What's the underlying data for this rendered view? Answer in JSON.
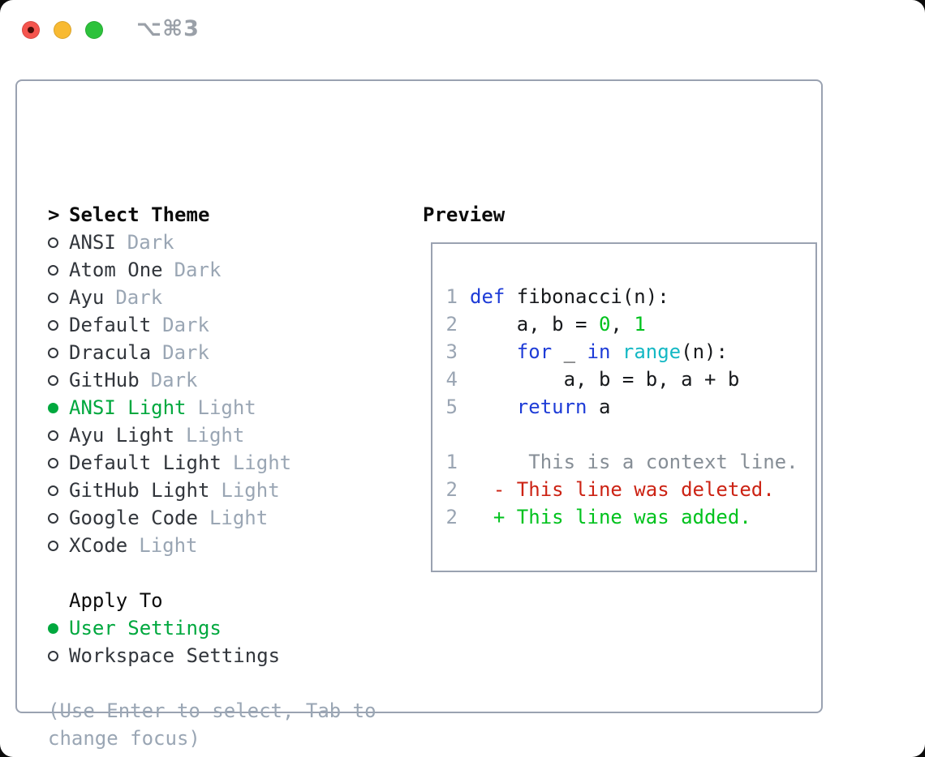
{
  "colors": {
    "close-red": "#f5554e",
    "close-dot": "#4a0d08",
    "minimize-yellow": "#f8ba32",
    "zoom-green": "#2dc23c",
    "title-gray": "#9aa0a8",
    "panel-border": "#9aa2b1",
    "item-name": "#32363c",
    "muted-gray": "#9aa6b4",
    "selected-green": "#00a83e",
    "linenum-gray": "#9aa5b3",
    "code-default": "#17191c",
    "keyword-blue": "#1e3cd7",
    "builtin-cyan": "#14b8c4",
    "number-green": "#00c21d",
    "context-gray": "#868e96",
    "deleted-red": "#cc2314",
    "added-green": "#00c21d"
  },
  "window": {
    "title": "⌥⌘3",
    "traffic_lights": [
      {
        "name": "close",
        "color": "close-red",
        "has_dot": true
      },
      {
        "name": "minimize",
        "color": "minimize-yellow",
        "has_dot": false
      },
      {
        "name": "zoom",
        "color": "zoom-green",
        "has_dot": false
      }
    ]
  },
  "theme_list": {
    "prompt": ">",
    "header": "Select Theme",
    "items": [
      {
        "name": "ANSI",
        "variant": "Dark",
        "selected": false
      },
      {
        "name": "Atom One",
        "variant": "Dark",
        "selected": false
      },
      {
        "name": "Ayu",
        "variant": "Dark",
        "selected": false
      },
      {
        "name": "Default",
        "variant": "Dark",
        "selected": false
      },
      {
        "name": "Dracula",
        "variant": "Dark",
        "selected": false
      },
      {
        "name": "GitHub",
        "variant": "Dark",
        "selected": false
      },
      {
        "name": "ANSI Light",
        "variant": "Light",
        "selected": true
      },
      {
        "name": "Ayu Light",
        "variant": "Light",
        "selected": false
      },
      {
        "name": "Default Light",
        "variant": "Light",
        "selected": false
      },
      {
        "name": "GitHub Light",
        "variant": "Light",
        "selected": false
      },
      {
        "name": "Google Code",
        "variant": "Light",
        "selected": false
      },
      {
        "name": "XCode",
        "variant": "Light",
        "selected": false
      }
    ]
  },
  "apply_to": {
    "header": "Apply To",
    "options": [
      {
        "name": "User Settings",
        "selected": true
      },
      {
        "name": "Workspace Settings",
        "selected": false
      }
    ]
  },
  "hint": "(Use Enter to select, Tab to\nchange focus)",
  "preview": {
    "header": "Preview",
    "lines": [
      {
        "num": "1",
        "tokens": [
          {
            "t": "def",
            "c": "keyword"
          },
          {
            "t": " fibonacci(n):",
            "c": "default"
          }
        ]
      },
      {
        "num": "2",
        "tokens": [
          {
            "t": "    a, b = ",
            "c": "default"
          },
          {
            "t": "0",
            "c": "number"
          },
          {
            "t": ", ",
            "c": "default"
          },
          {
            "t": "1",
            "c": "number"
          }
        ]
      },
      {
        "num": "3",
        "tokens": [
          {
            "t": "    ",
            "c": "default"
          },
          {
            "t": "for",
            "c": "keyword"
          },
          {
            "t": " _ ",
            "c": "default"
          },
          {
            "t": "in",
            "c": "keyword"
          },
          {
            "t": " ",
            "c": "default"
          },
          {
            "t": "range",
            "c": "builtin"
          },
          {
            "t": "(n):",
            "c": "default"
          }
        ]
      },
      {
        "num": "4",
        "tokens": [
          {
            "t": "        a, b = b, a + b",
            "c": "default"
          }
        ]
      },
      {
        "num": "5",
        "tokens": [
          {
            "t": "    ",
            "c": "default"
          },
          {
            "t": "return",
            "c": "keyword"
          },
          {
            "t": " a",
            "c": "default"
          }
        ]
      },
      {
        "num": "",
        "tokens": []
      },
      {
        "num": "1",
        "tokens": [
          {
            "t": "     This is a context line.",
            "c": "context"
          }
        ]
      },
      {
        "num": "2",
        "tokens": [
          {
            "t": "  - This line was deleted.",
            "c": "deleted"
          }
        ]
      },
      {
        "num": "2",
        "tokens": [
          {
            "t": "  + This line was added.",
            "c": "added"
          }
        ]
      }
    ]
  }
}
